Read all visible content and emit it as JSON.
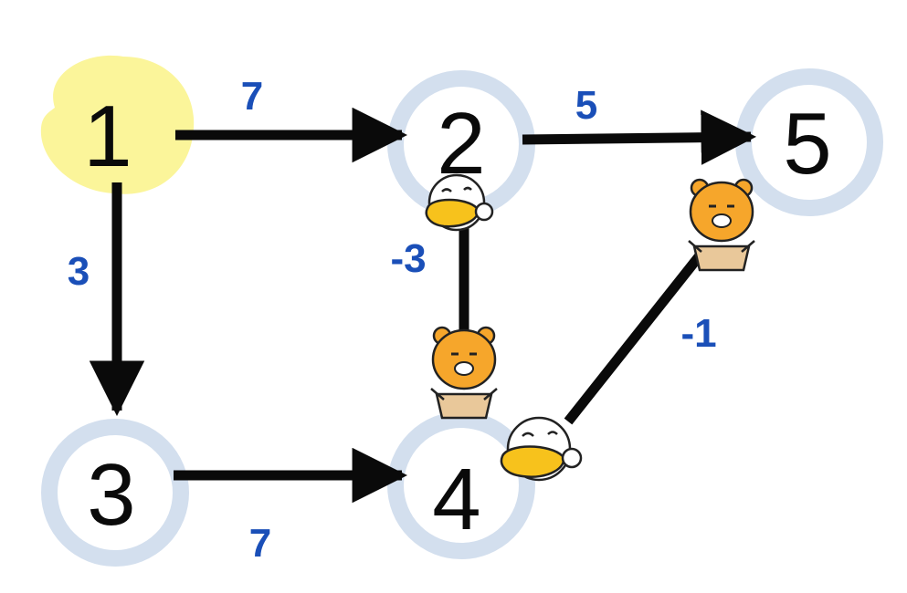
{
  "colors": {
    "node_ring": "#d3dfee",
    "node_highlight": "#fbf59a",
    "edge": "#0a0a0a",
    "weight_text": "#1a4fb8",
    "character_yellow": "#f6a62b",
    "character_white": "#ffffff",
    "character_beak": "#f7c21c"
  },
  "nodes": [
    {
      "id": "1",
      "label": "1",
      "highlighted": true
    },
    {
      "id": "2",
      "label": "2",
      "highlighted": false
    },
    {
      "id": "3",
      "label": "3",
      "highlighted": false
    },
    {
      "id": "4",
      "label": "4",
      "highlighted": false
    },
    {
      "id": "5",
      "label": "5",
      "highlighted": false
    }
  ],
  "edges": [
    {
      "from": "1",
      "to": "2",
      "weight": "7",
      "directed": true
    },
    {
      "from": "1",
      "to": "3",
      "weight": "3",
      "directed": true
    },
    {
      "from": "3",
      "to": "4",
      "weight": "7",
      "directed": true
    },
    {
      "from": "2",
      "to": "5",
      "weight": "5",
      "directed": true
    },
    {
      "from": "2",
      "to": "4",
      "weight": "-3",
      "directed": false
    },
    {
      "from": "4",
      "to": "5",
      "weight": "-1",
      "directed": false
    }
  ],
  "characters": [
    {
      "name": "duck-character-icon",
      "near": "2"
    },
    {
      "name": "lion-character-icon",
      "near": "4"
    },
    {
      "name": "duck-character-icon",
      "near": "4"
    },
    {
      "name": "lion-character-icon",
      "near": "5"
    }
  ]
}
